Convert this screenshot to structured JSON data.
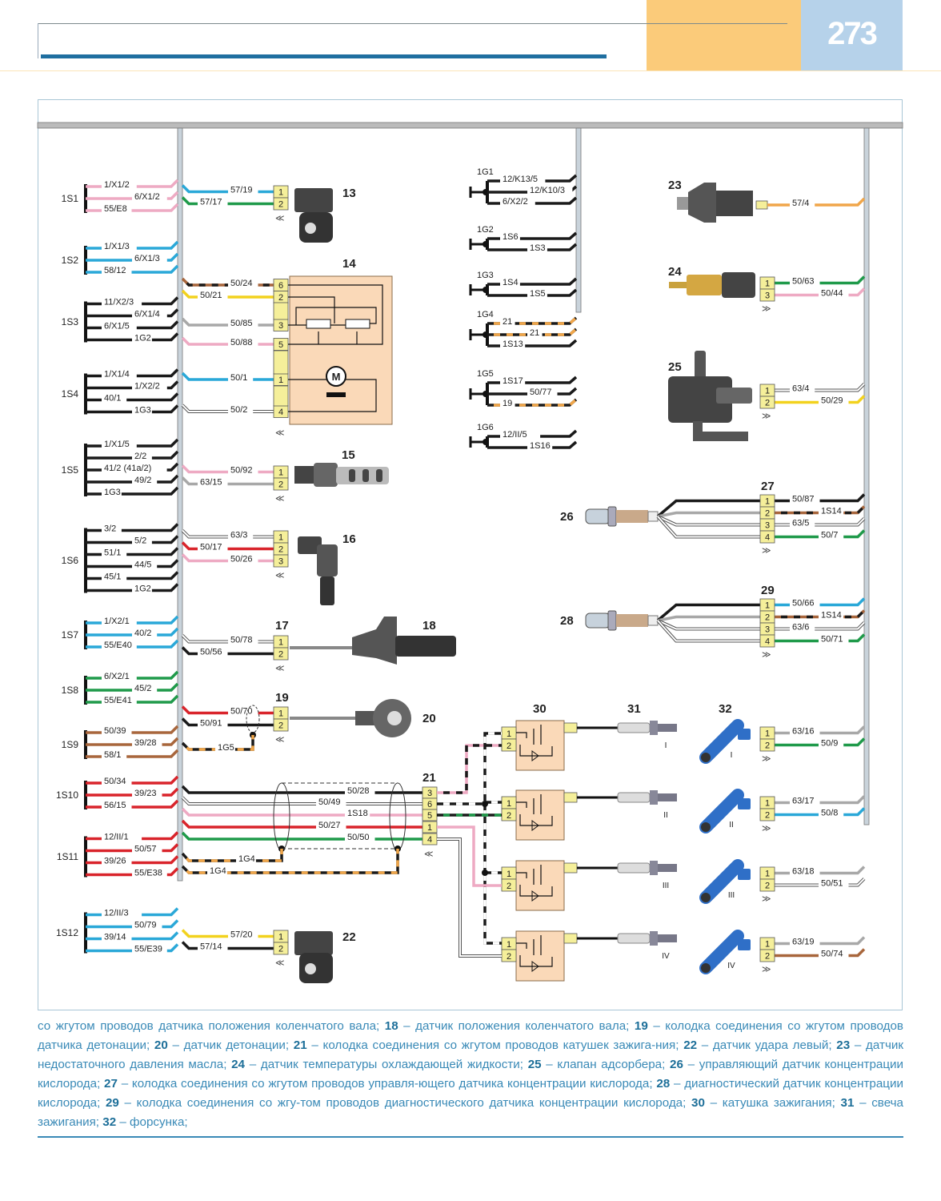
{
  "header": {
    "page_number": "273"
  },
  "colors": {
    "pink": "#eeaac3",
    "blue": "#2aa8d8",
    "green": "#1f9a4a",
    "black": "#1a1a1a",
    "grey": "#a8a8a8",
    "yellow": "#f2d21e",
    "red": "#d9242b",
    "brown": "#a8663c",
    "orange": "#f0a64a",
    "connector": "#f5ef9a",
    "coil": "#fad9b8"
  },
  "splices": [
    {
      "id": "1S1",
      "color": "pink",
      "wires": [
        "1/X1/2",
        "6/X1/2",
        "55/E8"
      ]
    },
    {
      "id": "1S2",
      "color": "blue",
      "wires": [
        "1/X1/3",
        "6/X1/3",
        "58/12"
      ]
    },
    {
      "id": "1S3",
      "color": "black",
      "wires": [
        "11/X2/3",
        "6/X1/4",
        "6/X1/5",
        "1G2"
      ]
    },
    {
      "id": "1S4",
      "color": "black",
      "wires": [
        "1/X1/4",
        "1/X2/2",
        "40/1",
        "1G3"
      ]
    },
    {
      "id": "1S5",
      "color": "black",
      "wires": [
        "1/X1/5",
        "2/2",
        "41/2 (41a/2)",
        "49/2",
        "1G3"
      ]
    },
    {
      "id": "1S6",
      "color": "black",
      "wires": [
        "3/2",
        "5/2",
        "51/1",
        "44/5",
        "45/1",
        "1G2"
      ]
    },
    {
      "id": "1S7",
      "color": "blue",
      "wires": [
        "1/X2/1",
        "40/2",
        "55/E40"
      ]
    },
    {
      "id": "1S8",
      "color": "green",
      "wires": [
        "6/X2/1",
        "45/2",
        "55/E41"
      ]
    },
    {
      "id": "1S9",
      "color": "brown",
      "wires": [
        "50/39",
        "39/28",
        "58/1"
      ]
    },
    {
      "id": "1S10",
      "color": "red",
      "wires": [
        "50/34",
        "39/23",
        "56/15"
      ]
    },
    {
      "id": "1S11",
      "color": "red",
      "wires": [
        "12/II/1",
        "50/57",
        "39/26",
        "55/E38"
      ]
    },
    {
      "id": "1S12",
      "color": "blue",
      "wires": [
        "12/II/3",
        "50/79",
        "39/14",
        "55/E39"
      ]
    }
  ],
  "grounds": [
    {
      "id": "1G1",
      "wires": [
        "12/K13/5",
        "12/K10/3",
        "6/X2/2"
      ]
    },
    {
      "id": "1G2",
      "wires": [
        "1S6",
        "1S3"
      ]
    },
    {
      "id": "1G3",
      "wires": [
        "1S4",
        "1S5"
      ]
    },
    {
      "id": "1G4",
      "wires": [
        "21",
        "21",
        "1S13"
      ]
    },
    {
      "id": "1G5",
      "wires": [
        "1S17",
        "50/77",
        "19"
      ]
    },
    {
      "id": "1G6",
      "wires": [
        "12/II/5",
        "1S16"
      ]
    }
  ],
  "components": {
    "c13": {
      "label": "13",
      "pins": [
        {
          "n": "1",
          "wire": "57/19",
          "color": "blue"
        },
        {
          "n": "2",
          "wire": "57/17",
          "color": "green"
        }
      ]
    },
    "c14": {
      "label": "14",
      "motor": "M",
      "pins": [
        {
          "n": "6",
          "wire": "50/24",
          "color": "brown"
        },
        {
          "n": "2",
          "wire": "50/21",
          "color": "yellow"
        },
        {
          "n": "3",
          "wire": "50/85",
          "color": "grey"
        },
        {
          "n": "5",
          "wire": "50/88",
          "color": "pink"
        },
        {
          "n": "1",
          "wire": "50/1",
          "color": "blue"
        },
        {
          "n": "4",
          "wire": "50/2",
          "color": "white"
        }
      ]
    },
    "c15": {
      "label": "15",
      "pins": [
        {
          "n": "1",
          "wire": "50/92",
          "color": "pink"
        },
        {
          "n": "2",
          "wire": "63/15",
          "color": "grey"
        }
      ]
    },
    "c16": {
      "label": "16",
      "pins": [
        {
          "n": "1",
          "wire": "63/3",
          "color": "white"
        },
        {
          "n": "2",
          "wire": "50/17",
          "color": "red"
        },
        {
          "n": "3",
          "wire": "50/26",
          "color": "pink"
        }
      ]
    },
    "c17": {
      "label": "17",
      "pins": [
        {
          "n": "1",
          "wire": "50/78",
          "color": "white"
        },
        {
          "n": "2",
          "wire": "50/56",
          "color": "black"
        }
      ]
    },
    "c18": {
      "label": "18"
    },
    "c19": {
      "label": "19",
      "pins": [
        {
          "n": "1",
          "wire": "50/70",
          "color": "red"
        },
        {
          "n": "2",
          "wire": "50/91",
          "color": "black"
        }
      ],
      "shield": "1G5"
    },
    "c20": {
      "label": "20"
    },
    "c21": {
      "label": "21",
      "pins": [
        {
          "n": "3",
          "wire": "50/28",
          "color": "black"
        },
        {
          "n": "6",
          "wire": "50/49",
          "color": "white"
        },
        {
          "n": "5",
          "wire": "1S18",
          "color": "pink"
        },
        {
          "n": "1",
          "wire": "50/27",
          "color": "red"
        },
        {
          "n": "4",
          "wire": "50/50",
          "color": "green"
        }
      ],
      "shields": [
        "1G4",
        "1G4"
      ]
    },
    "c22": {
      "label": "22",
      "pins": [
        {
          "n": "1",
          "wire": "57/20",
          "color": "yellow"
        },
        {
          "n": "2",
          "wire": "57/14",
          "color": "black"
        }
      ]
    },
    "c23": {
      "label": "23",
      "wire": "57/4",
      "color": "orange"
    },
    "c24": {
      "label": "24",
      "pins": [
        {
          "n": "1",
          "wire": "50/63",
          "color": "green"
        },
        {
          "n": "3",
          "wire": "50/44",
          "color": "pink"
        }
      ]
    },
    "c25": {
      "label": "25",
      "pins": [
        {
          "n": "1",
          "wire": "63/4",
          "color": "white"
        },
        {
          "n": "2",
          "wire": "50/29",
          "color": "yellow"
        }
      ]
    },
    "c26": {
      "label": "26"
    },
    "c27": {
      "label": "27",
      "pins": [
        {
          "n": "1",
          "wire": "50/87",
          "color": "black"
        },
        {
          "n": "2",
          "wire": "1S14",
          "color": "brown"
        },
        {
          "n": "3",
          "wire": "63/5",
          "color": "white"
        },
        {
          "n": "4",
          "wire": "50/7",
          "color": "green"
        }
      ]
    },
    "c28": {
      "label": "28"
    },
    "c29": {
      "label": "29",
      "pins": [
        {
          "n": "1",
          "wire": "50/66",
          "color": "blue"
        },
        {
          "n": "2",
          "wire": "1S14",
          "color": "brown"
        },
        {
          "n": "3",
          "wire": "63/6",
          "color": "white"
        },
        {
          "n": "4",
          "wire": "50/71",
          "color": "green"
        }
      ]
    },
    "c30": {
      "label": "30"
    },
    "c31": {
      "label": "31"
    },
    "c32": {
      "label": "32"
    }
  },
  "cylinders": [
    "I",
    "II",
    "III",
    "IV"
  ],
  "coil_pins": [
    "1",
    "2"
  ],
  "injectors": [
    {
      "cyl": "I",
      "pins": [
        {
          "n": "1",
          "wire": "63/16",
          "color": "grey"
        },
        {
          "n": "2",
          "wire": "50/9",
          "color": "green"
        }
      ]
    },
    {
      "cyl": "II",
      "pins": [
        {
          "n": "1",
          "wire": "63/17",
          "color": "grey"
        },
        {
          "n": "2",
          "wire": "50/8",
          "color": "blue"
        }
      ]
    },
    {
      "cyl": "III",
      "pins": [
        {
          "n": "1",
          "wire": "63/18",
          "color": "grey"
        },
        {
          "n": "2",
          "wire": "50/51",
          "color": "white"
        }
      ]
    },
    {
      "cyl": "IV",
      "pins": [
        {
          "n": "1",
          "wire": "63/19",
          "color": "grey"
        },
        {
          "n": "2",
          "wire": "50/74",
          "color": "brown"
        }
      ]
    }
  ],
  "caption": [
    {
      "t": "со жгутом проводов датчика положения коленчатого вала; "
    },
    {
      "b": "18"
    },
    {
      "t": " – датчик положения коленчатого вала; "
    },
    {
      "b": "19"
    },
    {
      "t": " – колодка соединения со жгутом проводов датчика детонации; "
    },
    {
      "b": "20"
    },
    {
      "t": " – датчик детонации; "
    },
    {
      "b": "21"
    },
    {
      "t": " – колодка соединения со жгутом проводов катушек зажига-ния; "
    },
    {
      "b": "22"
    },
    {
      "t": " – датчик удара левый; "
    },
    {
      "b": "23"
    },
    {
      "t": " – датчик недостаточного давления масла; "
    },
    {
      "b": "24"
    },
    {
      "t": " – датчик температуры охлаждающей жидкости; "
    },
    {
      "b": "25"
    },
    {
      "t": " – клапан адсорбера; "
    },
    {
      "b": "26"
    },
    {
      "t": " – управляющий датчик концентрации кислорода; "
    },
    {
      "b": "27"
    },
    {
      "t": " – колодка соединения со жгутом проводов управля-ющего датчика концентрации кислорода; "
    },
    {
      "b": "28"
    },
    {
      "t": " – диагностический датчик концентрации кислорода; "
    },
    {
      "b": "29"
    },
    {
      "t": " – колодка соединения со жгу-том проводов диагностического датчика концентрации кислорода; "
    },
    {
      "b": "30"
    },
    {
      "t": " – катушка зажигания; "
    },
    {
      "b": "31"
    },
    {
      "t": " – свеча зажигания; "
    },
    {
      "b": "32"
    },
    {
      "t": " – форсунка;"
    }
  ]
}
